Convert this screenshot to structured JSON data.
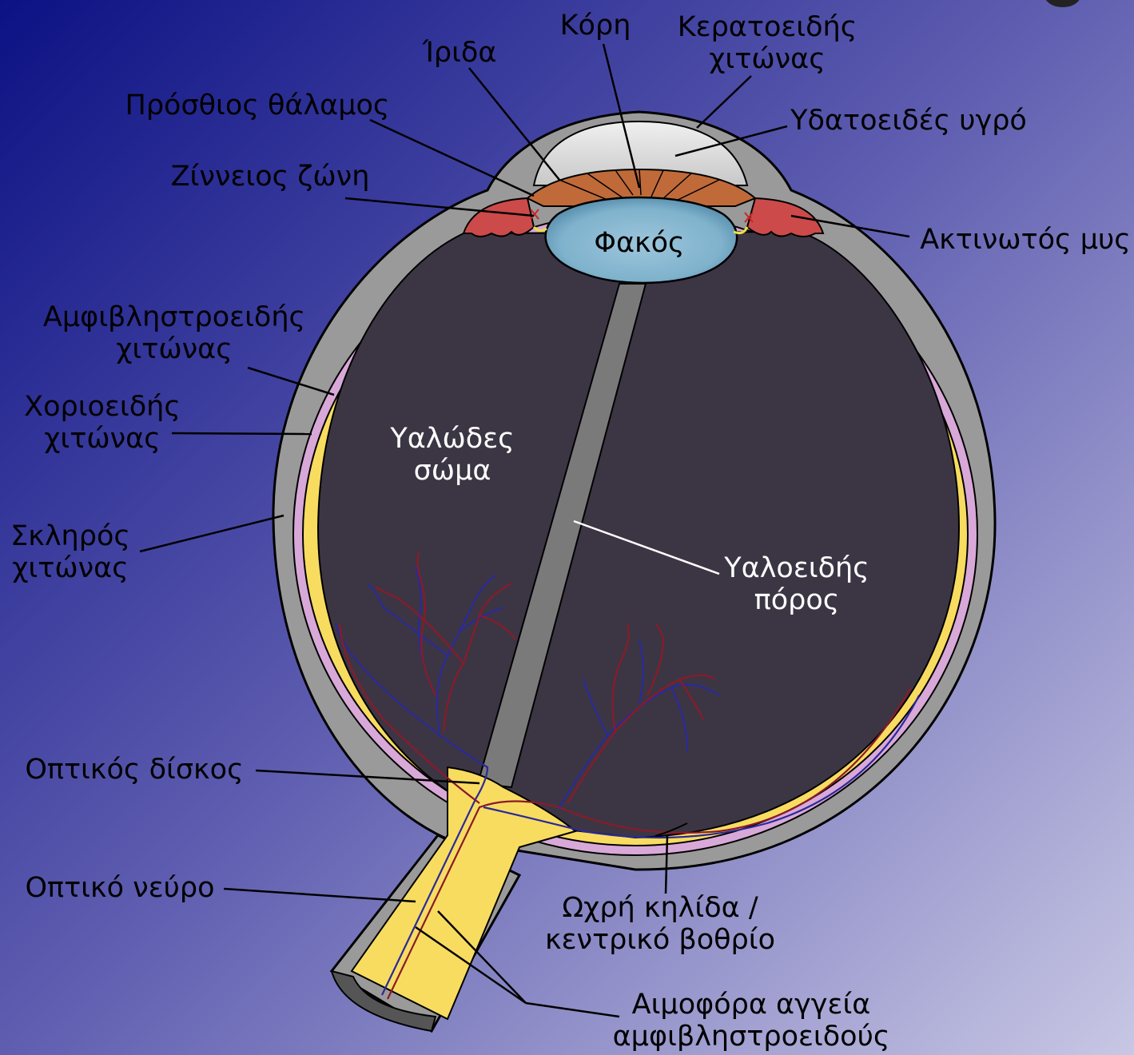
{
  "labels": {
    "kori": "Κόρη",
    "iris": "Ίριδα",
    "cornea_l1": "Κερατοειδής",
    "cornea_l2": "χιτώνας",
    "anterior_chamber": "Πρόσθιος θάλαμος",
    "aqueous_humour": "Υδατοειδές υγρό",
    "zonule": "Ζίννειος ζώνη",
    "ciliary_muscle": "Ακτινωτός μυς",
    "lens": "Φακός",
    "retina_l1": "Αμφιβληστροειδής",
    "retina_l2": "χιτώνας",
    "choroid_l1": "Χοριοειδής",
    "choroid_l2": "χιτώνας",
    "vitreous_l1": "Υαλώδες",
    "vitreous_l2": "σώμα",
    "sclera_l1": "Σκληρός",
    "sclera_l2": "χιτώνας",
    "hyaloid_l1": "Υαλοειδής",
    "hyaloid_l2": "πόρος",
    "optic_disc": "Οπτικός δίσκος",
    "optic_nerve": "Οπτικό νεύρο",
    "macula_l1": "Ωχρή κηλίδα /",
    "macula_l2": "κεντρικό βοθρίο",
    "vessels_l1": "Αιμοφόρα αγγεία",
    "vessels_l2": "αμφιβληστροειδούς"
  },
  "colors": {
    "sclera": "#9a9a9a",
    "choroid": "#d8a8d8",
    "retina": "#f8dc60",
    "vitreous": "#3c3644",
    "iris": "#c06a3a",
    "lens": "#7fb2cc",
    "ciliary": "#cc4a4a",
    "aqueous": "#d8d8d8",
    "vein": "#2a2a9a",
    "artery": "#8a1a2a"
  }
}
